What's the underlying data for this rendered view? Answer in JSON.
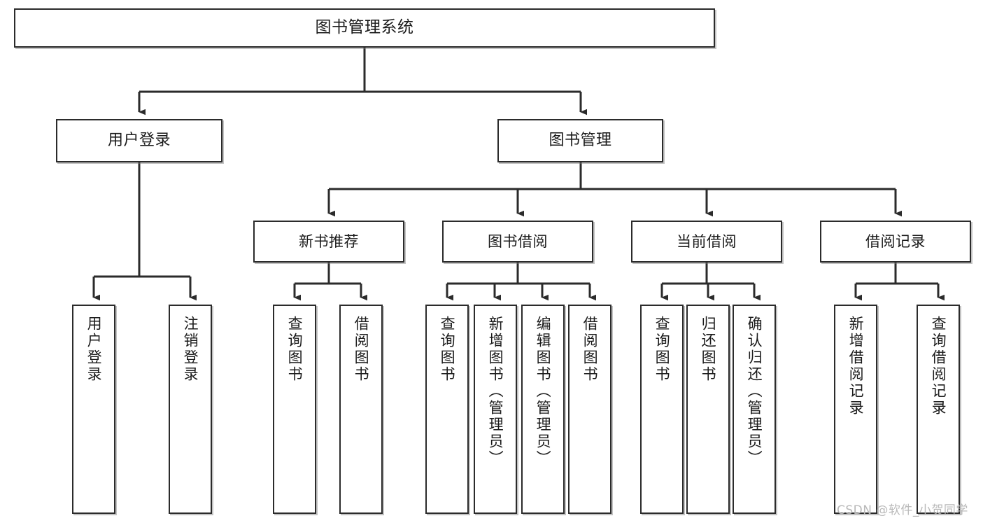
{
  "diagram": {
    "title": "图书管理系统",
    "watermark": "CSDN @软件_小贺同学",
    "colors": {
      "box_border": "#2b2b2b",
      "box_fill": "#ffffff",
      "connector": "#2b2b2b",
      "watermark": "#b9b9b9"
    },
    "root": {
      "label": "图书管理系统"
    },
    "level2": [
      {
        "label": "用户登录"
      },
      {
        "label": "图书管理"
      }
    ],
    "level3": [
      {
        "label": "新书推荐"
      },
      {
        "label": "图书借阅"
      },
      {
        "label": "当前借阅"
      },
      {
        "label": "借阅记录"
      }
    ],
    "leaves": [
      {
        "label": "用户登录",
        "parent": "用户登录"
      },
      {
        "label": "注销登录",
        "parent": "用户登录"
      },
      {
        "label": "查询图书",
        "parent": "新书推荐"
      },
      {
        "label": "借阅图书",
        "parent": "新书推荐"
      },
      {
        "label": "查询图书",
        "parent": "图书借阅"
      },
      {
        "label": "新增图书（管理员）",
        "parent": "图书借阅"
      },
      {
        "label": "编辑图书（管理员）",
        "parent": "图书借阅"
      },
      {
        "label": "借阅图书",
        "parent": "图书借阅"
      },
      {
        "label": "查询图书",
        "parent": "当前借阅"
      },
      {
        "label": "归还图书",
        "parent": "当前借阅"
      },
      {
        "label": "确认归还（管理员）",
        "parent": "当前借阅"
      },
      {
        "label": "新增借阅记录",
        "parent": "借阅记录"
      },
      {
        "label": "查询借阅记录",
        "parent": "借阅记录"
      }
    ]
  }
}
